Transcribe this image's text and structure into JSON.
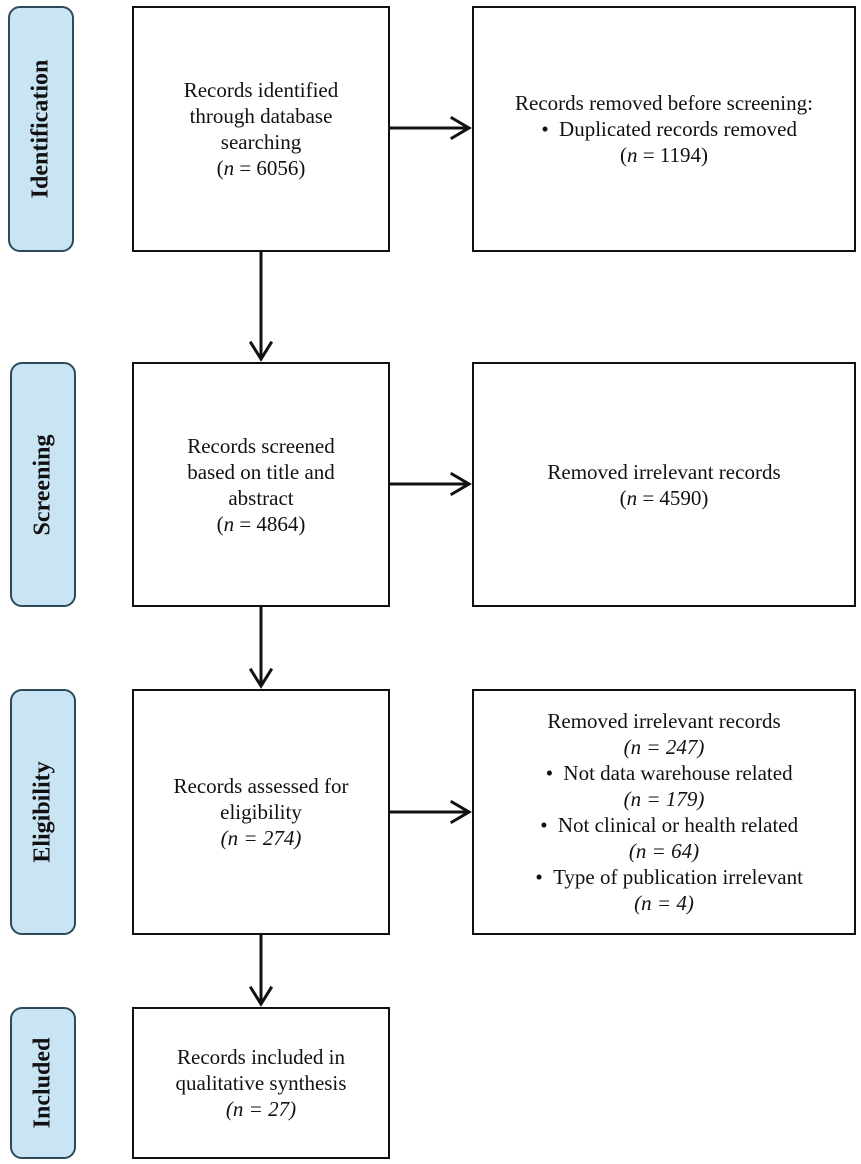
{
  "phases": {
    "identification": "Identification",
    "screening": "Screening",
    "eligibility": "Eligibility",
    "included": "Included"
  },
  "identified": {
    "lines": [
      "Records identified",
      "through database",
      "searching"
    ],
    "n_prefix": "(",
    "n_var": "n",
    "n_value": " = 6056)"
  },
  "removed_before": {
    "title": "Records removed before screening:",
    "bullet": "•",
    "item": "Duplicated records removed",
    "n_prefix": "(",
    "n_var": "n",
    "n_value": " = 1194)"
  },
  "screened": {
    "lines": [
      "Records screened",
      "based on title and",
      "abstract"
    ],
    "n_prefix": "(",
    "n_var": "n",
    "n_value": " = 4864)"
  },
  "removed_irrelevant": {
    "title": "Removed irrelevant records",
    "n_prefix": "(",
    "n_var": "n",
    "n_value": " = 4590)"
  },
  "eligibility": {
    "lines": [
      "Records assessed for",
      "eligibility"
    ],
    "n_text": "(n = 274)"
  },
  "excluded": {
    "title": "Removed irrelevant records",
    "n_text": "(n = 247)",
    "bullet": "•",
    "items": [
      {
        "label": "Not data warehouse related",
        "n_text": "(n = 179)"
      },
      {
        "label": "Not clinical or health related",
        "n_text": "(n = 64)"
      },
      {
        "label": "Type of publication irrelevant",
        "n_text": "(n = 4)"
      }
    ]
  },
  "included": {
    "lines": [
      "Records included in",
      "qualitative synthesis"
    ],
    "n_text": "(n = 27)"
  }
}
